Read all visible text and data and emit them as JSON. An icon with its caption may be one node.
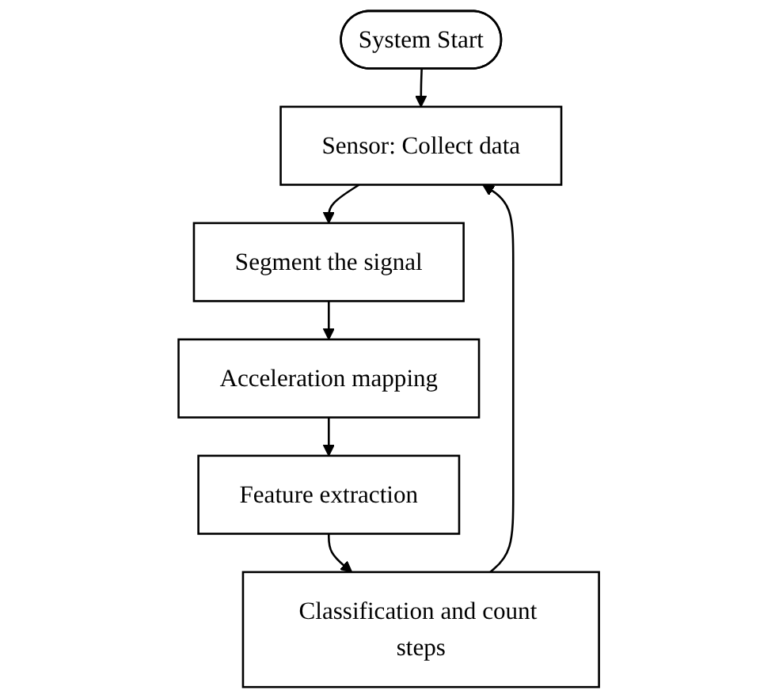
{
  "diagram": {
    "nodes": [
      {
        "text": [
          "System Start"
        ]
      },
      {
        "text": [
          "Sensor: Collect data"
        ]
      },
      {
        "text": [
          "Segment the signal"
        ]
      },
      {
        "text": [
          "Acceleration mapping"
        ]
      },
      {
        "text": [
          "Feature extraction"
        ]
      },
      {
        "text": [
          "Classification and count steps"
        ]
      }
    ],
    "edges": [
      {
        "from": 0,
        "to": 1,
        "arrow": "to"
      },
      {
        "from": 1,
        "to": 2,
        "arrow": "to"
      },
      {
        "from": 2,
        "to": 3,
        "arrow": "to"
      },
      {
        "from": 3,
        "to": 4,
        "arrow": "to"
      },
      {
        "from": 4,
        "to": 5,
        "arrow": "to"
      },
      {
        "from": 5,
        "to": 1,
        "arrow": "to"
      }
    ]
  }
}
